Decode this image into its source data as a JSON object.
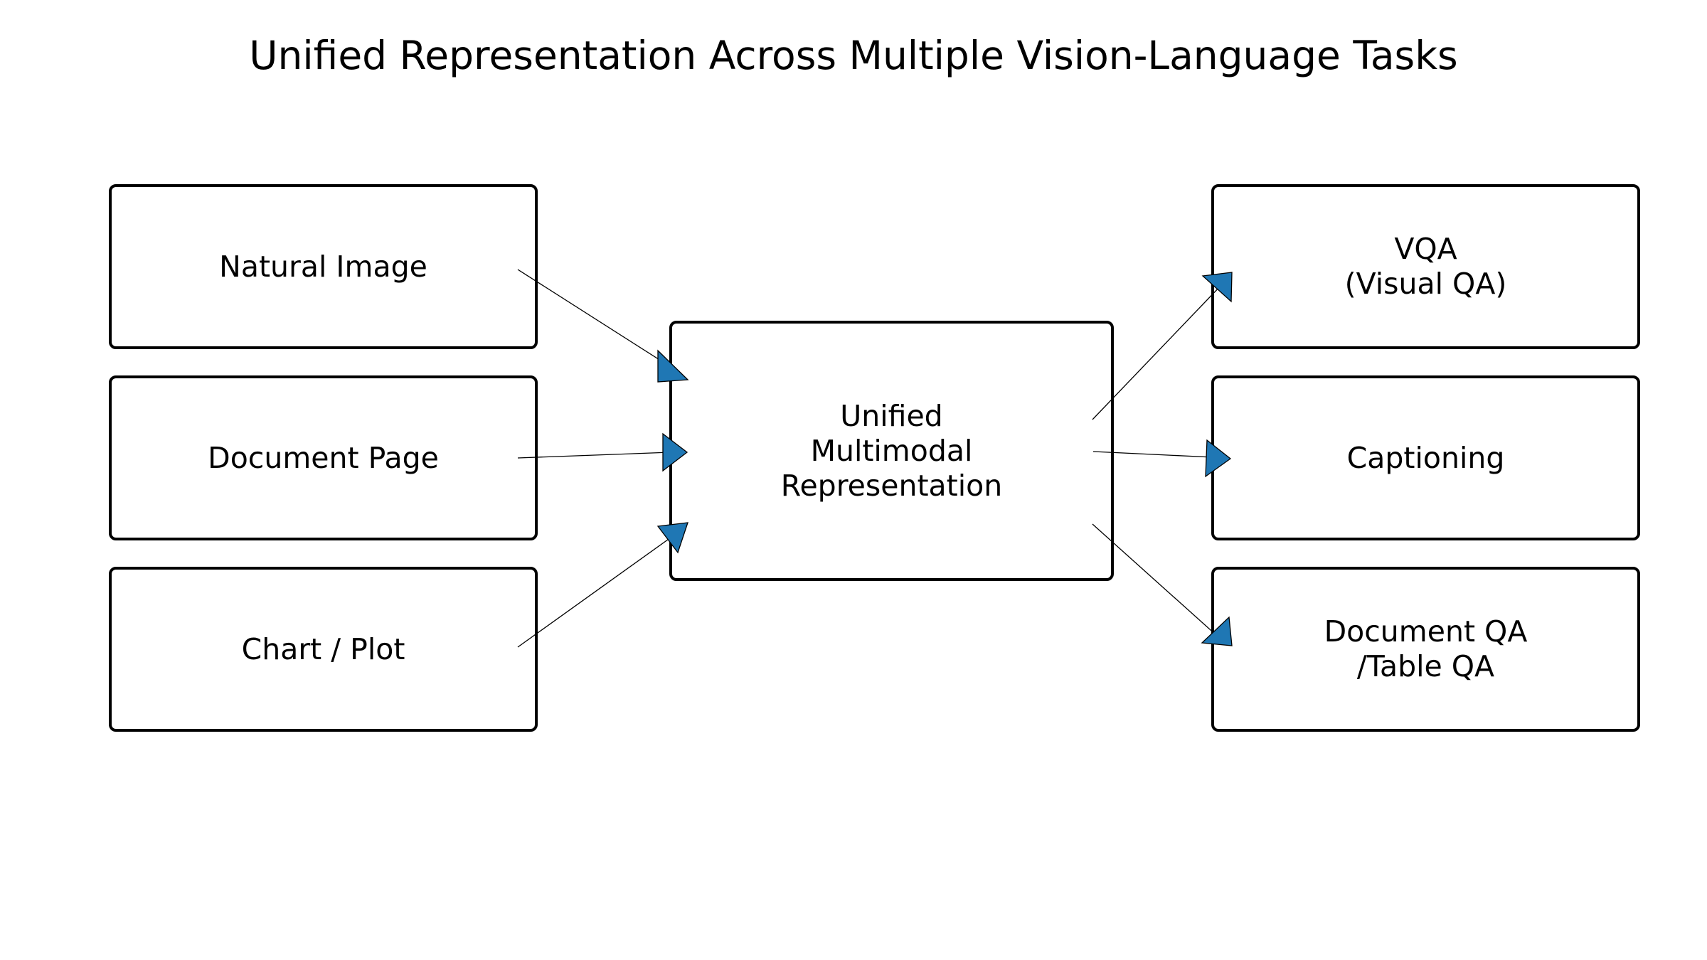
{
  "title": "Unified Representation Across Multiple Vision-Language Tasks",
  "inputs": [
    {
      "id": "natural-image",
      "label": "Natural Image"
    },
    {
      "id": "document-page",
      "label": "Document Page"
    },
    {
      "id": "chart-plot",
      "label": "Chart / Plot"
    }
  ],
  "center": {
    "id": "unified",
    "label": "Unified\nMultimodal\nRepresentation"
  },
  "outputs": [
    {
      "id": "vqa",
      "label": "VQA\n(Visual QA)"
    },
    {
      "id": "captioning",
      "label": "Captioning"
    },
    {
      "id": "docqa",
      "label": "Document QA\n/Table QA"
    }
  ],
  "edges": [
    {
      "from": "natural-image",
      "to": "unified"
    },
    {
      "from": "document-page",
      "to": "unified"
    },
    {
      "from": "chart-plot",
      "to": "unified"
    },
    {
      "from": "unified",
      "to": "vqa"
    },
    {
      "from": "unified",
      "to": "captioning"
    },
    {
      "from": "unified",
      "to": "docqa"
    }
  ],
  "colors": {
    "arrowhead": "#1f77b4",
    "box_border": "#000000",
    "background": "#ffffff"
  }
}
